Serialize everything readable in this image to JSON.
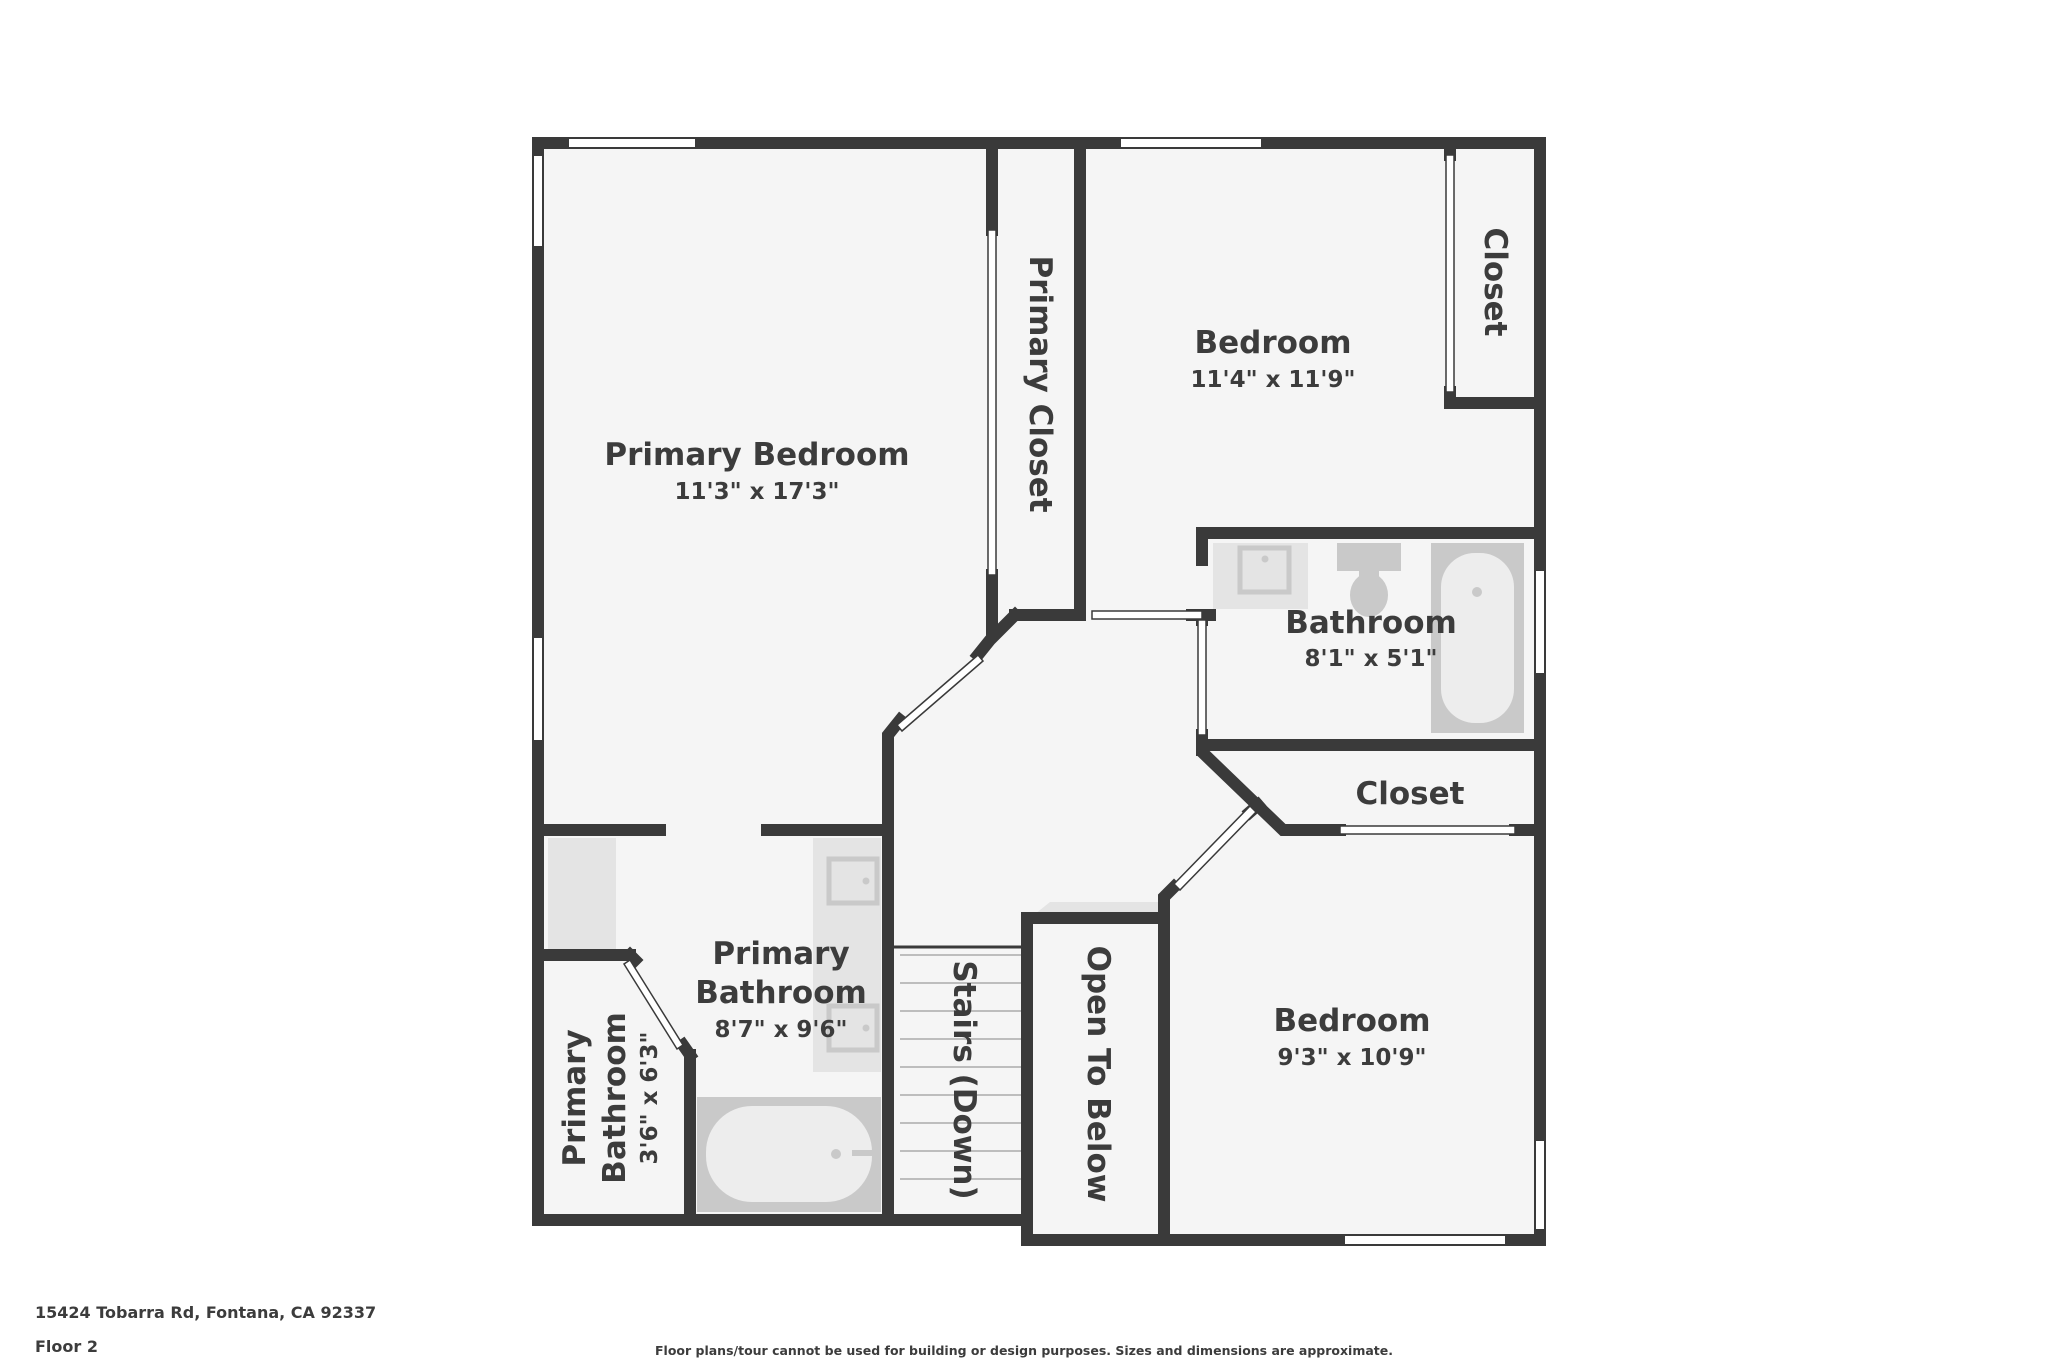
{
  "colors": {
    "wall": "#3a3a3a",
    "floor": "#f5f5f5",
    "fixture": "#c9c9c9",
    "fixture_light": "#e4e4e4",
    "window": "#ffffff",
    "text": "#3c3c3c"
  },
  "rooms": {
    "primary_bedroom": {
      "name": "Primary Bedroom",
      "dims": "11'3\" x 17'3\""
    },
    "primary_closet": {
      "name": "Primary Closet"
    },
    "bedroom_ne": {
      "name": "Bedroom",
      "dims": "11'4\" x 11'9\""
    },
    "closet_ne": {
      "name": "Closet"
    },
    "bathroom": {
      "name": "Bathroom",
      "dims": "8'1\" x 5'1\""
    },
    "closet_mid": {
      "name": "Closet"
    },
    "primary_bathroom": {
      "name_line1": "Primary",
      "name_line2": "Bathroom",
      "dims": "8'7\" x 9'6\""
    },
    "primary_bathroom_small": {
      "name_line1": "Primary",
      "name_line2": "Bathroom",
      "dims": "3'6\" x 6'3\""
    },
    "stairs": {
      "name": "Stairs (Down)"
    },
    "open_to_below": {
      "name": "Open To Below"
    },
    "bedroom_se": {
      "name": "Bedroom",
      "dims": "9'3\" x 10'9\""
    }
  },
  "footer": {
    "address": "15424 Tobarra Rd, Fontana, CA 92337",
    "floor": "Floor 2",
    "disclaimer": "Floor plans/tour cannot be used for building or design purposes. Sizes and dimensions are approximate."
  }
}
